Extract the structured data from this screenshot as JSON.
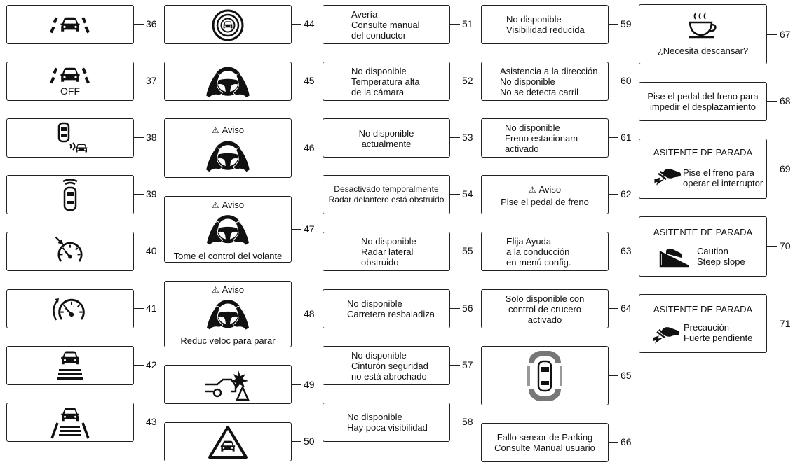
{
  "colors": {
    "stroke": "#222222",
    "text": "#111111",
    "background": "#ffffff",
    "icon": "#111111"
  },
  "items": {
    "n36": {
      "number": "36",
      "icon": "lane-keep-car-icon"
    },
    "n37": {
      "number": "37",
      "icon": "lane-keep-car-icon",
      "caption": "OFF"
    },
    "n38": {
      "number": "38",
      "icon": "blind-spot-rear-icon"
    },
    "n39": {
      "number": "39",
      "icon": "front-sensor-car-icon"
    },
    "n40": {
      "number": "40",
      "icon": "speed-limiter-gauge-icon"
    },
    "n41": {
      "number": "41",
      "icon": "speed-gauge-arrow-icon"
    },
    "n42": {
      "number": "42",
      "icon": "car-road-icon"
    },
    "n43": {
      "number": "43",
      "icon": "car-lanes-icon"
    },
    "n44": {
      "number": "44",
      "icon": "car-radar-circles-icon"
    },
    "n45": {
      "number": "45",
      "icon": "hands-on-wheel-icon"
    },
    "n46": {
      "number": "46",
      "icon": "hands-on-wheel-icon",
      "warning": "Aviso"
    },
    "n47": {
      "number": "47",
      "icon": "hands-on-wheel-icon",
      "warning": "Aviso",
      "caption": "Tome el control del volante"
    },
    "n48": {
      "number": "48",
      "icon": "hands-on-wheel-icon",
      "warning": "Aviso",
      "caption": "Reduc veloc para parar"
    },
    "n49": {
      "number": "49",
      "icon": "collision-warning-icon"
    },
    "n50": {
      "number": "50",
      "icon": "car-warning-triangle-icon"
    },
    "n51": {
      "number": "51",
      "lines": [
        "Avería",
        "Consulte manual",
        "del conductor"
      ]
    },
    "n52": {
      "number": "52",
      "lines": [
        "No disponible",
        "Temperatura alta",
        "de la cámara"
      ]
    },
    "n53": {
      "number": "53",
      "lines": [
        "No disponible",
        "actualmente"
      ]
    },
    "n54": {
      "number": "54",
      "lines": [
        "Desactivado temporalmente",
        "Radar delantero está obstruido"
      ]
    },
    "n55": {
      "number": "55",
      "lines": [
        "No disponible",
        "Radar lateral",
        "obstruido"
      ]
    },
    "n56": {
      "number": "56",
      "lines": [
        "No disponible",
        "Carretera resbaladiza"
      ]
    },
    "n57": {
      "number": "57",
      "lines": [
        "No disponible",
        "Cinturón seguridad",
        "no está abrochado"
      ]
    },
    "n58": {
      "number": "58",
      "lines": [
        "No disponible",
        "Hay poca visibilidad"
      ]
    },
    "n59": {
      "number": "59",
      "lines": [
        "No disponible",
        "Visibilidad reducida"
      ]
    },
    "n60": {
      "number": "60",
      "lines": [
        "Asistencia a la dirección",
        "No disponible",
        "No se detecta carril"
      ]
    },
    "n61": {
      "number": "61",
      "lines": [
        "No disponible",
        "Freno estacionam",
        "activado"
      ]
    },
    "n62": {
      "number": "62",
      "warning": "Aviso",
      "lines": [
        "Pise el pedal de freno"
      ]
    },
    "n63": {
      "number": "63",
      "lines": [
        "Elija Ayuda",
        "a la conducción",
        "en menú config."
      ]
    },
    "n64": {
      "number": "64",
      "lines": [
        "Solo disponible con",
        "control de crucero",
        "activado"
      ]
    },
    "n65": {
      "number": "65",
      "icon": "parking-sensor-car-icon"
    },
    "n66": {
      "number": "66",
      "lines": [
        "Fallo sensor de Parking",
        "Consulte Manual usuario"
      ]
    },
    "n67": {
      "number": "67",
      "icon": "coffee-cup-icon",
      "caption": "¿Necesita descansar?"
    },
    "n68": {
      "number": "68",
      "lines": [
        "Pise el pedal del freno para",
        "impedir el desplazamiento"
      ]
    },
    "n69": {
      "number": "69",
      "title": "ASITENTE DE PARADA",
      "icon": "brake-pedal-icon",
      "lines": [
        "Pise el freno para",
        "operar el interruptor"
      ]
    },
    "n70": {
      "number": "70",
      "title": "ASITENTE DE PARADA",
      "icon": "steep-slope-car-icon",
      "lines": [
        "Caution",
        "Steep slope"
      ]
    },
    "n71": {
      "number": "71",
      "title": "ASITENTE DE PARADA",
      "icon": "brake-pedal-icon",
      "lines": [
        "Precaución",
        "Fuerte pendiente"
      ]
    }
  }
}
